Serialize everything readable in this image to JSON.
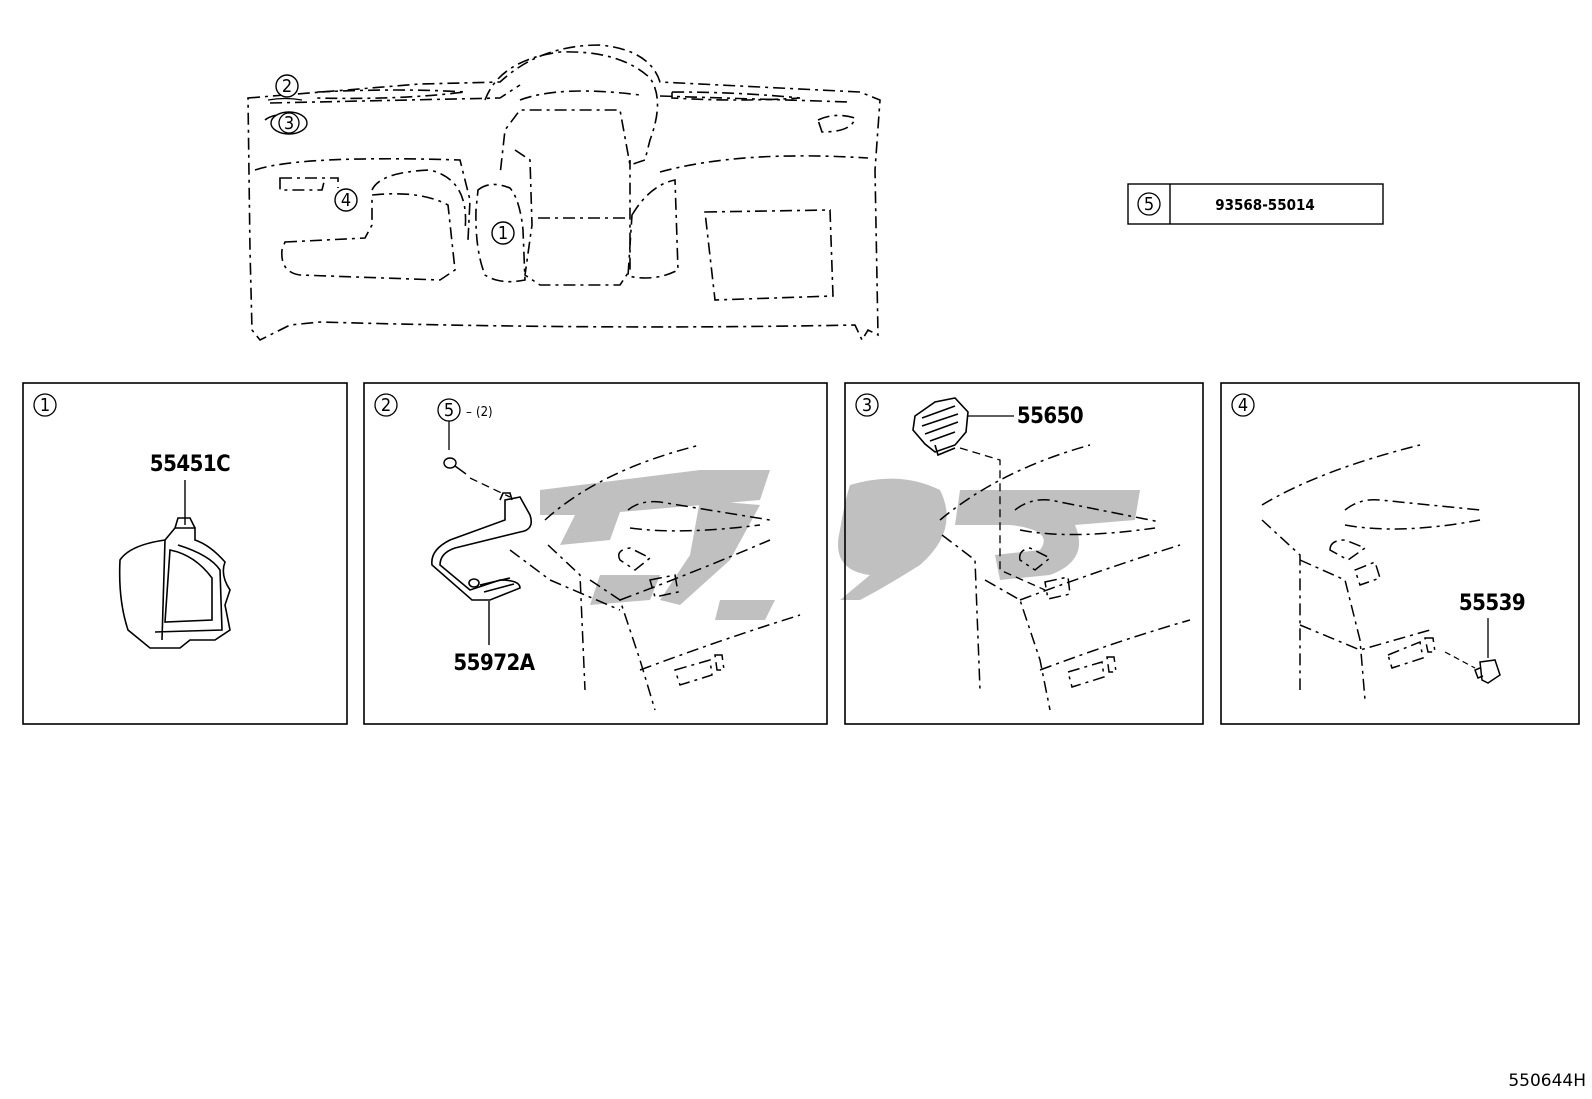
{
  "overview": {
    "callouts": [
      "2",
      "3",
      "4",
      "1"
    ]
  },
  "parts_table": {
    "key": "5",
    "part_number": "93568-55014"
  },
  "panels": [
    {
      "key": "1",
      "part_number": "55451C"
    },
    {
      "key": "2",
      "part_number": "55972A",
      "fastener_key": "5",
      "fastener_qty": "(2)"
    },
    {
      "key": "3",
      "part_number": "55650"
    },
    {
      "key": "4",
      "part_number": "55539"
    }
  ],
  "watermark": {
    "color": "#bdbdbd"
  },
  "footer": {
    "code": "550644H"
  }
}
